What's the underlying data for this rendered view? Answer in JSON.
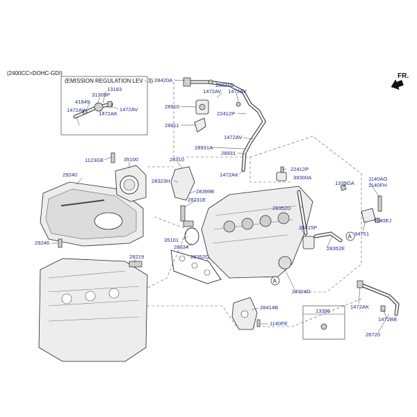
{
  "header": {
    "engine": "(2400CC>DOHC-GDI)",
    "front_marker": "FR.",
    "inset_title": "(EMISSION REGULATION LEV - 3)"
  },
  "callouts": [
    {
      "id": "28420A",
      "text": "28420A"
    },
    {
      "id": "28921D",
      "text": "28921D"
    },
    {
      "id": "1472AV_a",
      "text": "1472AV"
    },
    {
      "id": "1472AV_b",
      "text": "1472AV"
    },
    {
      "id": "28910",
      "text": "28910"
    },
    {
      "id": "22412P_a",
      "text": "22412P"
    },
    {
      "id": "28911",
      "text": "28911"
    },
    {
      "id": "1472AV_c",
      "text": "1472AV"
    },
    {
      "id": "28931A",
      "text": "28931A"
    },
    {
      "id": "28931",
      "text": "28931"
    },
    {
      "id": "1472AK_a",
      "text": "1472AK"
    },
    {
      "id": "13183",
      "text": "13183"
    },
    {
      "id": "31309P",
      "text": "31309P"
    },
    {
      "id": "41849",
      "text": "41849"
    },
    {
      "id": "1472AV_d",
      "text": "1472AV"
    },
    {
      "id": "1472AK_b",
      "text": "1472AK"
    },
    {
      "id": "1472AV_e",
      "text": "1472AV"
    },
    {
      "id": "1123GE",
      "text": "1123GE"
    },
    {
      "id": "35100",
      "text": "35100"
    },
    {
      "id": "28310",
      "text": "28310"
    },
    {
      "id": "29240",
      "text": "29240"
    },
    {
      "id": "28323H",
      "text": "28323H"
    },
    {
      "id": "28399B",
      "text": "28399B"
    },
    {
      "id": "28231E",
      "text": "28231E"
    },
    {
      "id": "22412P_b",
      "text": "22412P"
    },
    {
      "id": "39300A",
      "text": "39300A"
    },
    {
      "id": "1339GA",
      "text": "1339GA"
    },
    {
      "id": "1140AO",
      "text": "1140AO"
    },
    {
      "id": "1140FH",
      "text": "1140FH"
    },
    {
      "id": "28352D",
      "text": "28352D"
    },
    {
      "id": "94751",
      "text": "94751"
    },
    {
      "id": "1140EJ",
      "text": "1140EJ"
    },
    {
      "id": "28415P",
      "text": "28415P"
    },
    {
      "id": "35101",
      "text": "35101"
    },
    {
      "id": "28334",
      "text": "28334"
    },
    {
      "id": "29246",
      "text": "29246"
    },
    {
      "id": "28352E",
      "text": "28352E"
    },
    {
      "id": "28352C",
      "text": "28352C"
    },
    {
      "id": "28219",
      "text": "28219"
    },
    {
      "id": "28324D",
      "text": "28324D"
    },
    {
      "id": "28414B",
      "text": "28414B"
    },
    {
      "id": "1472AK_c",
      "text": "1472AK"
    },
    {
      "id": "13396",
      "text": "13396"
    },
    {
      "id": "1140FE",
      "text": "1140FE"
    },
    {
      "id": "1472BB",
      "text": "1472BB"
    },
    {
      "id": "26720",
      "text": "26720"
    }
  ],
  "ref_markers": [
    {
      "id": "A1",
      "text": "A"
    },
    {
      "id": "A2",
      "text": "A"
    }
  ]
}
